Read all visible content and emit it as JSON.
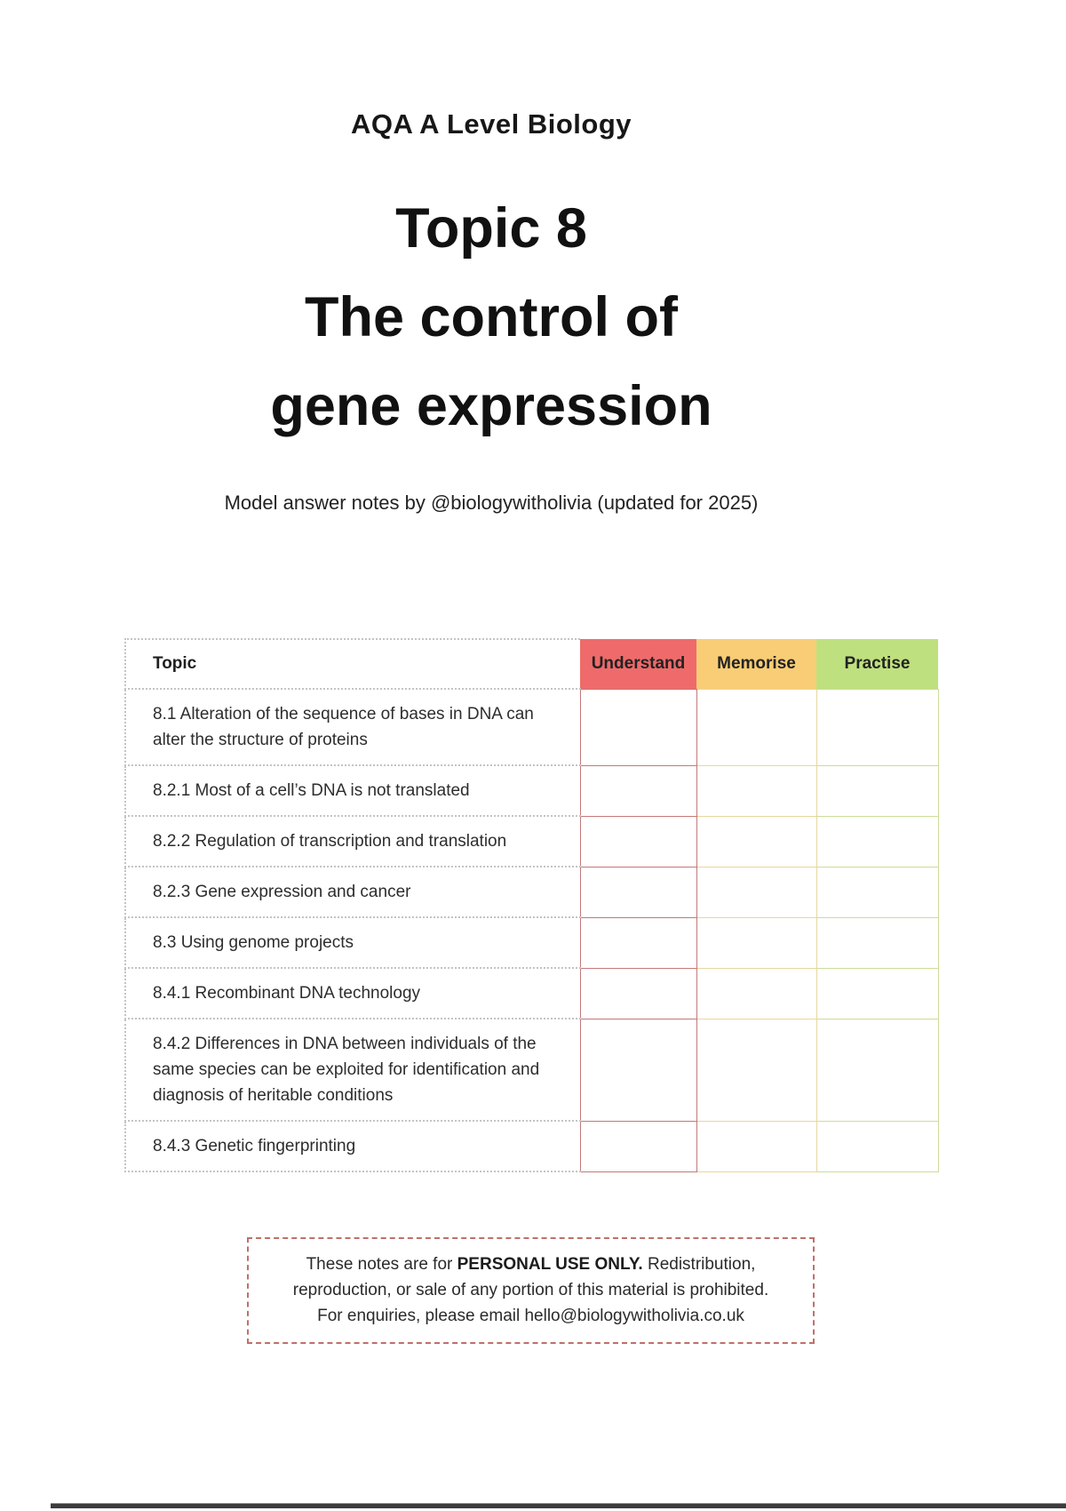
{
  "page": {
    "brand": "AQA A Level Biology",
    "title_lines": [
      "Topic 8",
      "The control of",
      "gene expression"
    ],
    "subtitle": "Model answer notes by @biologywitholivia (updated for 2025)"
  },
  "checklist": {
    "topic_header": "Topic",
    "status_columns": [
      {
        "label": "Understand",
        "header_bg": "#ef6b6b",
        "cell_border": "#c47878"
      },
      {
        "label": "Memorise",
        "header_bg": "#f8cd75",
        "cell_border": "#e6d79e"
      },
      {
        "label": "Practise",
        "header_bg": "#bfe07e",
        "cell_border": "#cbdd98"
      }
    ],
    "rows": [
      {
        "topic": "8.1 Alteration of the sequence of bases in DNA can alter the structure of proteins"
      },
      {
        "topic": "8.2.1 Most of a cell’s DNA is not translated"
      },
      {
        "topic": "8.2.2 Regulation of transcription and translation"
      },
      {
        "topic": "8.2.3 Gene expression and cancer"
      },
      {
        "topic": "8.3 Using genome projects"
      },
      {
        "topic": "8.4.1 Recombinant DNA technology"
      },
      {
        "topic": "8.4.2 Differences in DNA between individuals of the same species can be exploited for identification and diagnosis of heritable conditions"
      },
      {
        "topic": "8.4.3 Genetic fingerprinting"
      }
    ]
  },
  "notice": {
    "line1_prefix": "These notes are for ",
    "line1_bold": "PERSONAL USE ONLY.",
    "line1_suffix": " Redistribution,",
    "line2": "reproduction, or sale of any portion of this material is prohibited.",
    "line3": "For enquiries, please email hello@biologywitholivia.co.uk"
  }
}
